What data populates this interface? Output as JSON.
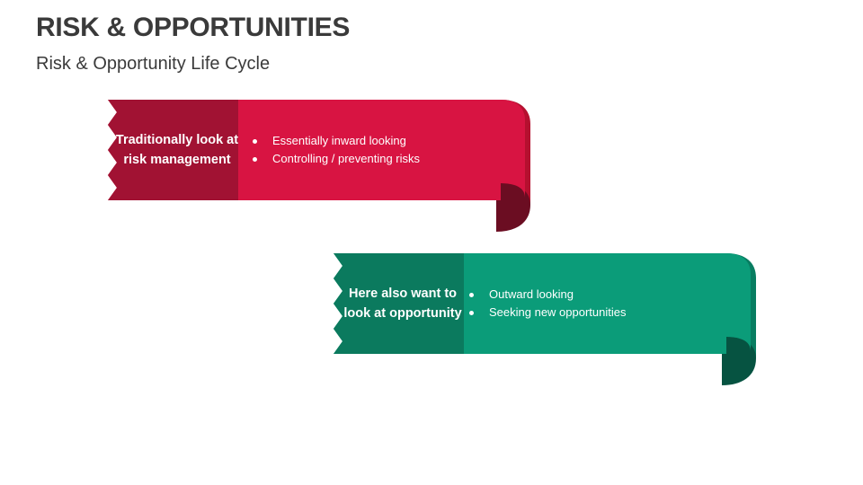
{
  "slide": {
    "title": "RISK & OPPORTUNITIES",
    "subtitle": "Risk & Opportunity Life Cycle"
  },
  "banners": [
    {
      "label": "Traditionally look at risk management",
      "bullets": [
        "Essentially inward looking",
        "Controlling / preventing risks"
      ],
      "colors": {
        "main": "#d81442",
        "dark": "#a11233",
        "fold": "#6b0d22",
        "edge": "#b5102f"
      }
    },
    {
      "label": "Here also want to look at opportunity",
      "bullets": [
        "Outward looking",
        "Seeking new opportunities"
      ],
      "colors": {
        "main": "#0b9c79",
        "dark": "#0b7a5e",
        "fold": "#065341",
        "edge": "#087d61"
      }
    }
  ]
}
